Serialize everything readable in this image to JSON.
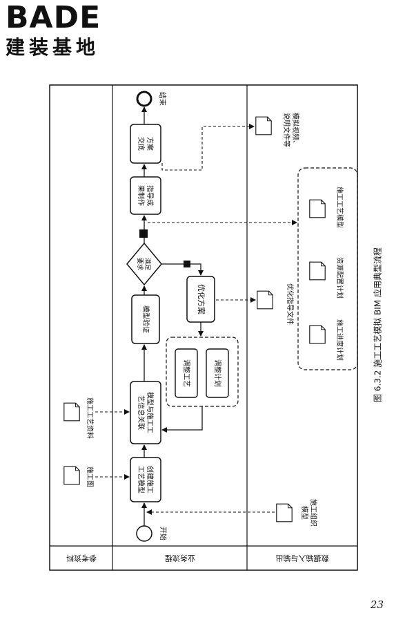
{
  "header": {
    "logo_word": "BADE",
    "logo_subtitle": "建装基地"
  },
  "page_number": "23",
  "figure": {
    "caption": "图 6.3.2   施工工艺模拟 BIM 应用典型流程",
    "lanes": {
      "reference": "参考资料",
      "process": "业务流程",
      "data_io": "数据输入与输出"
    },
    "start_label": "开始",
    "end_label": "结束",
    "decision_label": "满足要求",
    "steps": {
      "create_model": "创建施工工艺模型",
      "link_info": "模型与施工工艺信息关联",
      "verify": "模型验证",
      "optimize": "优化方案",
      "adjust_process": "调整工艺",
      "adjust_plan": "调整计划",
      "guidance": "指导成果制作",
      "handover": "方案交底"
    },
    "references": {
      "drawings": "施工图",
      "process_data": "施工工艺资料"
    },
    "data_io": {
      "org_model": "施工组织模型",
      "opt_doc": "优化指导文件",
      "schedule": "施工进度计划",
      "resources": "资源配置计划",
      "process_model": "施工工艺模型",
      "outputs": "模拟视频、说明文件等"
    }
  }
}
